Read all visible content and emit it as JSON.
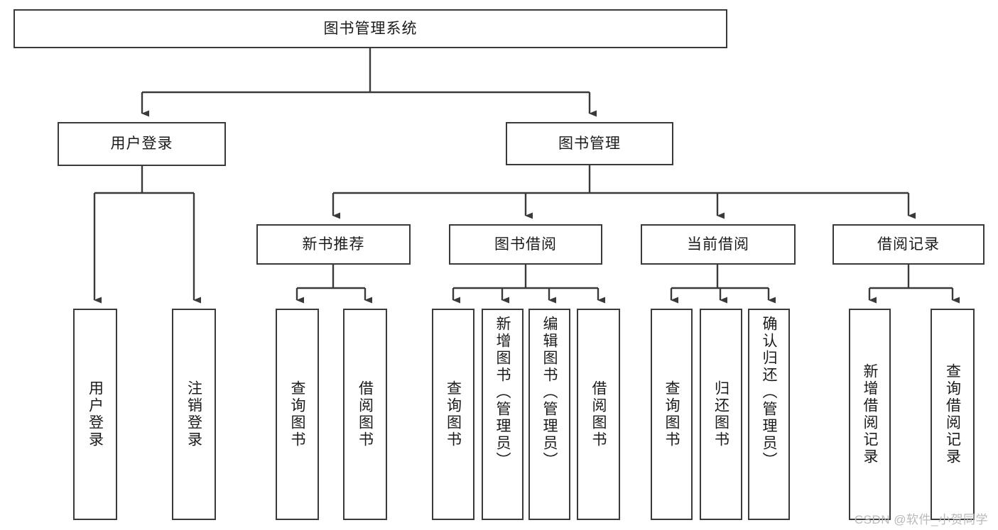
{
  "diagram": {
    "title": "图书管理系统",
    "type": "tree-hierarchy-chart",
    "colors": {
      "box_border": "#3a3a3a",
      "box_fill": "#ffffff",
      "edge": "#3a3a3a",
      "text": "#1b1b1b",
      "watermark": "#b9b9b9",
      "background": "#ffffff"
    }
  },
  "nodes": {
    "root": {
      "label": "图书管理系统"
    },
    "level2": [
      {
        "id": "user-login",
        "label": "用户登录"
      },
      {
        "id": "book-management",
        "label": "图书管理"
      }
    ],
    "level3": [
      {
        "id": "new-book-recommend",
        "label": "新书推荐"
      },
      {
        "id": "book-borrow",
        "label": "图书借阅"
      },
      {
        "id": "current-borrow",
        "label": "当前借阅"
      },
      {
        "id": "borrow-record",
        "label": "借阅记录"
      }
    ],
    "leaves": {
      "user_login": [
        {
          "id": "leaf-user-login",
          "label": "用户登录"
        },
        {
          "id": "leaf-logout-login",
          "label": "注销登录"
        }
      ],
      "new_book_recommend": [
        {
          "id": "leaf-query-book-1",
          "label": "查询图书"
        },
        {
          "id": "leaf-borrow-book-1",
          "label": "借阅图书"
        }
      ],
      "book_borrow": [
        {
          "id": "leaf-query-book-2",
          "label": "查询图书"
        },
        {
          "id": "leaf-add-book",
          "label": "新增图书（管理员）"
        },
        {
          "id": "leaf-edit-book",
          "label": "编辑图书（管理员）"
        },
        {
          "id": "leaf-borrow-book-2",
          "label": "借阅图书"
        }
      ],
      "current_borrow": [
        {
          "id": "leaf-query-book-3",
          "label": "查询图书"
        },
        {
          "id": "leaf-return-book",
          "label": "归还图书"
        },
        {
          "id": "leaf-confirm-return",
          "label": "确认归还（管理员）"
        }
      ],
      "borrow_record": [
        {
          "id": "leaf-add-borrow-record",
          "label": "新增借阅记录"
        },
        {
          "id": "leaf-query-borrow-record",
          "label": "查询借阅记录"
        }
      ]
    }
  },
  "watermark": {
    "text": "CSDN @软件_小贺同学"
  }
}
